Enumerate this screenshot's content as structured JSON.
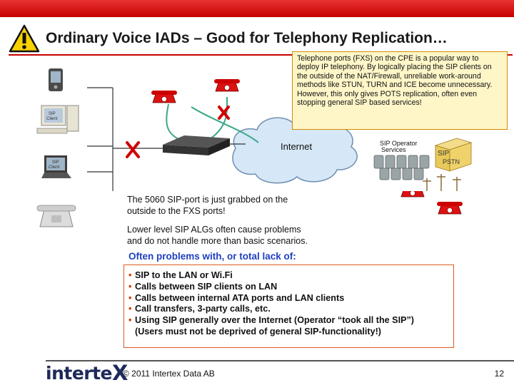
{
  "slide": {
    "title": "Ordinary Voice IADs – Good for Telephony Replication…",
    "callout": "Telephone ports (FXS) on the CPE is a popular way to deploy IP telephony. By logically placing the SIP clients on the outside of the NAT/Firewall, unreliable work-around methods like STUN, TURN and ICE become unnecessary. However, this only gives POTS replication, often even stopping general SIP based services!",
    "sip_port_line1": "The 5060 SIP-port is just grabbed on the",
    "sip_port_line2": "outside to the FXS ports!",
    "alg_line1": "Lower level SIP ALGs often cause problems",
    "alg_line2": "and do not handle more than basic scenarios.",
    "problems_heading": "Often problems with, or total lack of:",
    "problems": [
      "SIP to the LAN or Wi.Fi",
      "Calls between SIP clients on LAN",
      "Calls between internal ATA ports and LAN clients",
      "Call transfers, 3-party calls, etc.",
      "Using SIP generally over the Internet (Operator “took all the SIP”)"
    ],
    "problems_note": "(Users must not be deprived of general SIP-functionality!)",
    "copyright": "© 2011 Intertex Data AB",
    "page_number": "12"
  },
  "diagram": {
    "internet_label": "Internet",
    "operator_label_1": "SIP Operator",
    "operator_label_2": "Services",
    "sip_pstn_label_1": "SIP",
    "sip_pstn_label_2": "PSTN",
    "pc_screen_label_1": "SIP",
    "pc_screen_label_2": "Client",
    "laptop_label_1": "SIP",
    "laptop_label_2": "Client"
  },
  "logo": {
    "main": "interte",
    "x": "X"
  },
  "colors": {
    "brand_red": "#c80000",
    "accent_blue": "#2040c0",
    "callout_border": "#d48a00",
    "box_border": "#e05a1a",
    "cable_green": "#3aa88a"
  }
}
